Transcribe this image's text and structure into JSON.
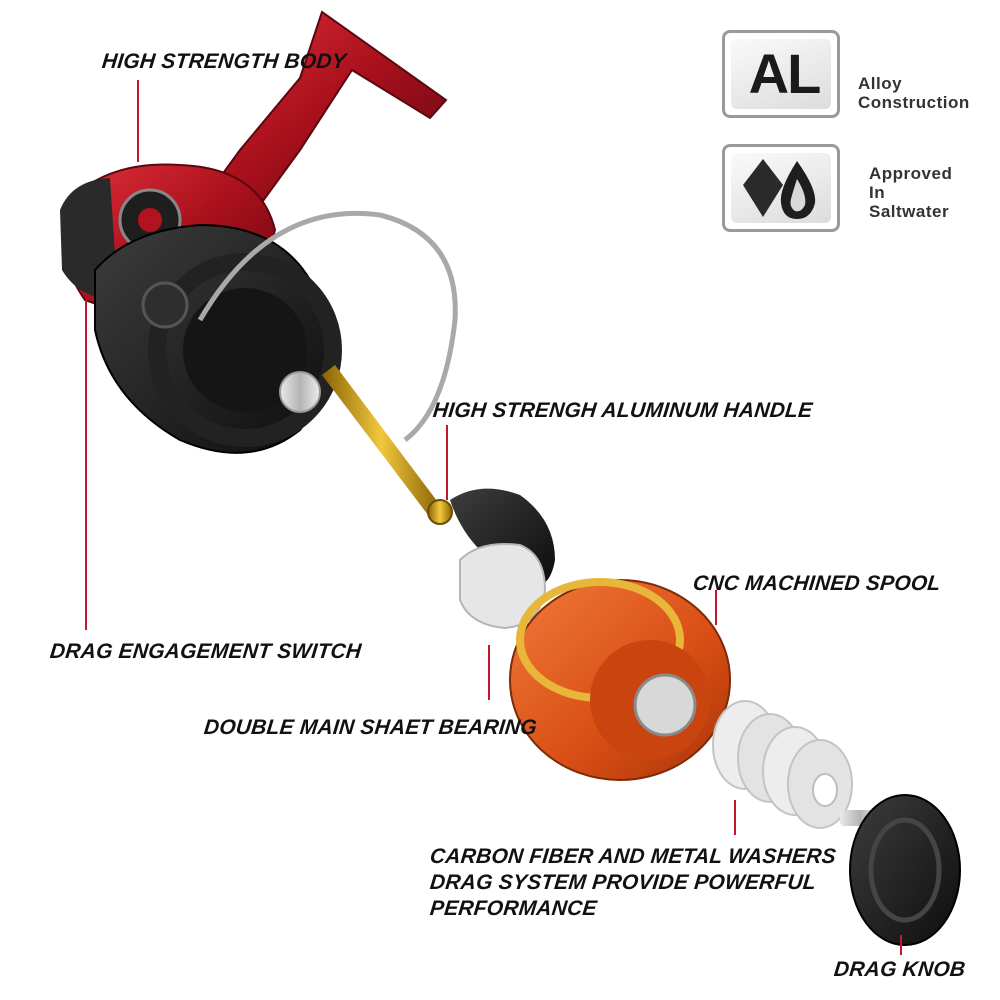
{
  "callouts": {
    "body": "HIGH STRENGTH BODY",
    "handle": "HIGH STRENGH ALUMINUM HANDLE",
    "spool": "CNC MACHINED SPOOL",
    "switch": "DRAG ENGAGEMENT SWITCH",
    "bearing": "DOUBLE MAIN SHAET  BEARING",
    "washers": [
      "CARBON FIBER AND METAL WASHERS",
      "DRAG SYSTEM PROVIDE POWERFUL",
      "PERFORMANCE"
    ],
    "knob": "DRAG KNOB"
  },
  "badges": {
    "alloy": {
      "glyph": "AL",
      "line1": "Alloy",
      "line2": "Construction",
      "icon": "alloy-icon"
    },
    "saltwater": {
      "line1": "Approved",
      "line2": "In",
      "line3": "Saltwater",
      "icon": "water-drop-icon"
    }
  },
  "colors": {
    "body_red": "#b3121f",
    "spool_orange": "#e2571c",
    "gold": "#d6a312",
    "rotor_black": "#1c1c1c",
    "leader_red": "#c2182b"
  }
}
